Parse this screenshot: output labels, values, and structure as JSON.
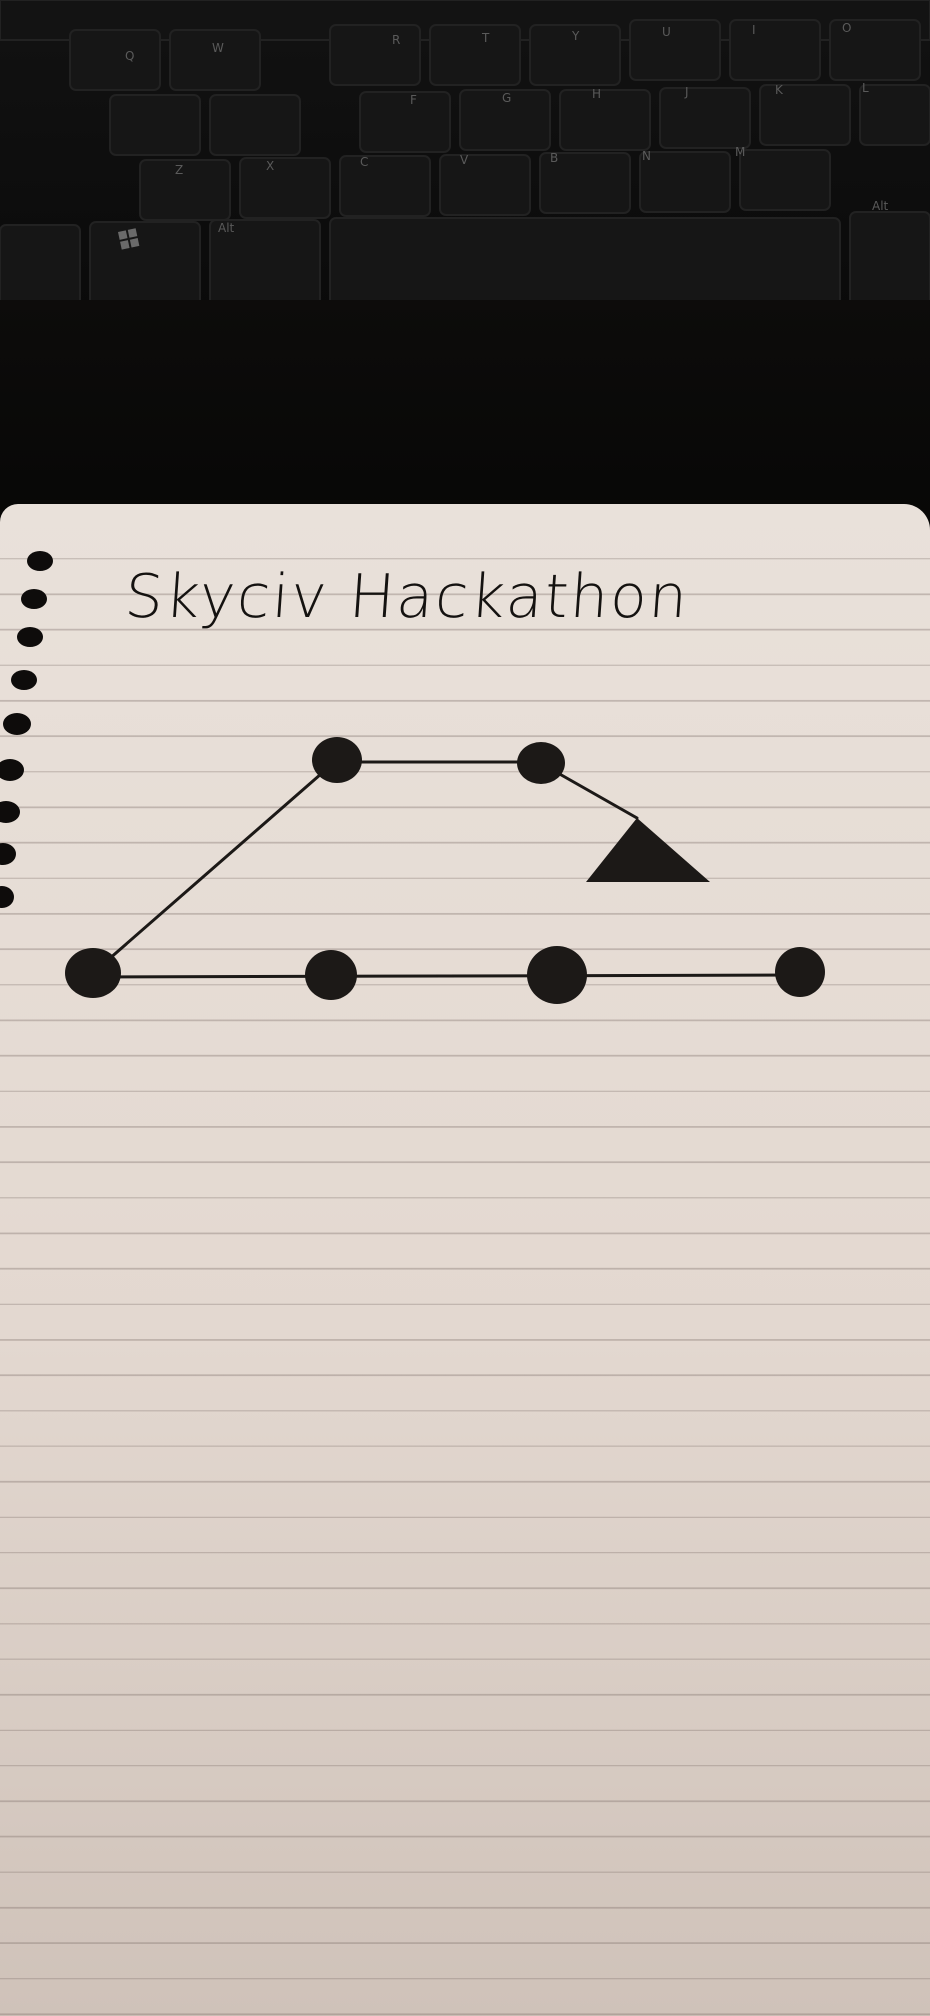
{
  "note": {
    "title": "Skyciv Hackathon"
  },
  "keyboard": {
    "keys": [
      "Q",
      "W",
      "R",
      "T",
      "Y",
      "U",
      "I",
      "O",
      "F",
      "G",
      "H",
      "J",
      "K",
      "L",
      "Z",
      "X",
      "C",
      "V",
      "B",
      "N",
      "M",
      "Alt",
      "Alt"
    ]
  },
  "colors": {
    "ink": "#1c1917",
    "paper": "#e6ddd5",
    "rule": "#8a7b75"
  },
  "icons": {
    "windows_key": "windows-logo-icon",
    "support": "pin-support-triangle-icon",
    "node": "filled-node-icon"
  }
}
